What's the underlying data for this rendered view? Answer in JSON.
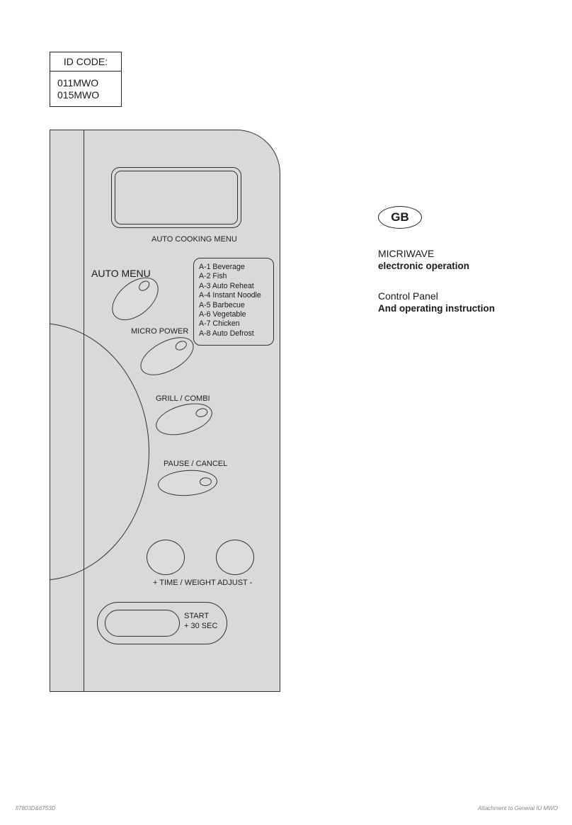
{
  "id_code": {
    "label": "ID CODE:",
    "codes": [
      "011MWO",
      "015MWO"
    ]
  },
  "panel": {
    "display_label": "AUTO COOKING MENU",
    "auto_menu_label": "AUTO MENU",
    "menu_items": [
      "A-1 Beverage",
      "A-2 Fish",
      "A-3 Auto Reheat",
      "A-4 Instant Noodle",
      "A-5 Barbecue",
      "A-6 Vegetable",
      "A-7 Chicken",
      "A-8 Auto Defrost"
    ],
    "micro_power_label": "MICRO POWER",
    "grill_combi_label": "GRILL / COMBI",
    "pause_cancel_label": "PAUSE / CANCEL",
    "time_weight_label": "+ TIME / WEIGHT ADJUST -",
    "start_label_1": "START",
    "start_label_2": "+ 30 SEC"
  },
  "info": {
    "badge": "GB",
    "title_1": "MICRIWAVE",
    "subtitle_1": "electronic operation",
    "title_2": "Control Panel",
    "subtitle_2": "And operating instruction"
  },
  "footer": {
    "left": "fi7803D&6753D",
    "right": "Attachment to General IU MWO"
  }
}
